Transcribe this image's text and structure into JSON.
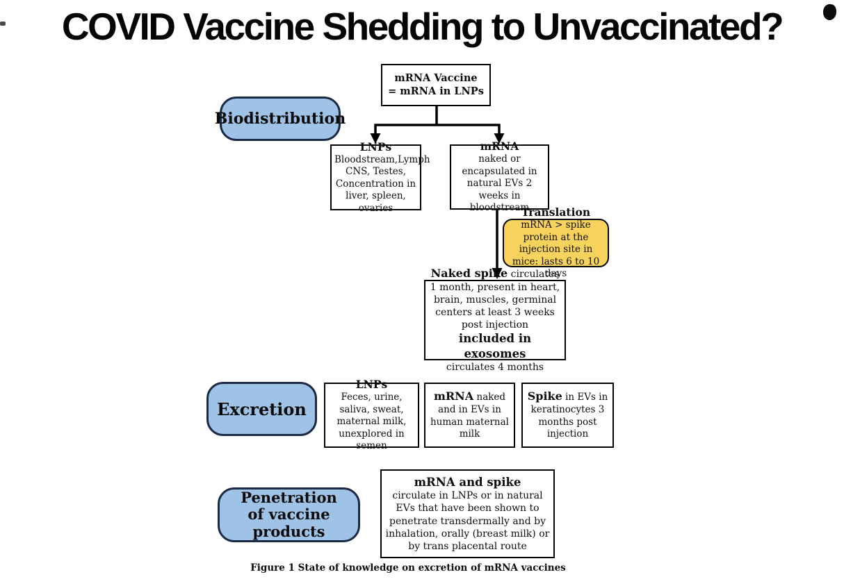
{
  "title": "COVID Vaccine Shedding to Unvaccinated?",
  "caption": "Figure 1 State of knowledge on excretion of mRNA vaccines",
  "colors": {
    "stage_label_fill": "#9fc3e6",
    "stage_label_border": "#1b2a44",
    "translation_fill": "#f7d35e",
    "node_border": "#000000",
    "arrow": "#000000"
  },
  "stage_labels": {
    "biodistribution": "Biodistribution",
    "excretion": "Excretion",
    "penetration": "Penetration of vaccine products"
  },
  "nodes": {
    "vaccine": {
      "line1": "mRNA Vaccine",
      "line2": "= mRNA in LNPs"
    },
    "lnps_bio": {
      "title": "LNPs",
      "body": "Bloodstream,Lymph CNS, Testes, Concentration in liver, spleen, ovaries"
    },
    "mrna_bio": {
      "title": "mRNA",
      "body": "naked or encapsulated in natural EVs 2 weeks in bloodstream"
    },
    "translation": {
      "title": "Translation",
      "body": "mRNA > spike protein at the injection site in mice: lasts 6 to 10 days"
    },
    "naked_spike": {
      "bold1": "Naked spike",
      "text1": " circulates 1 month, present in heart, brain, muscles, germinal centers at least 3 weeks post injection",
      "bold2": "included in exosomes",
      "text2": "circulates 4 months"
    },
    "lnps_exc": {
      "title": "LNPs",
      "body": "Feces, urine, saliva, sweat, maternal milk, unexplored in semen"
    },
    "mrna_exc": {
      "bold": "mRNA",
      "text": " naked and in EVs in human maternal milk"
    },
    "spike_exc": {
      "bold": "Spike",
      "text": " in EVs in keratinocytes 3 months post injection"
    },
    "penetration_box": {
      "title": "mRNA and spike",
      "body": "circulate in LNPs or in natural EVs that have been shown to penetrate transdermally and by inhalation, orally (breast milk) or by trans placental route"
    }
  }
}
